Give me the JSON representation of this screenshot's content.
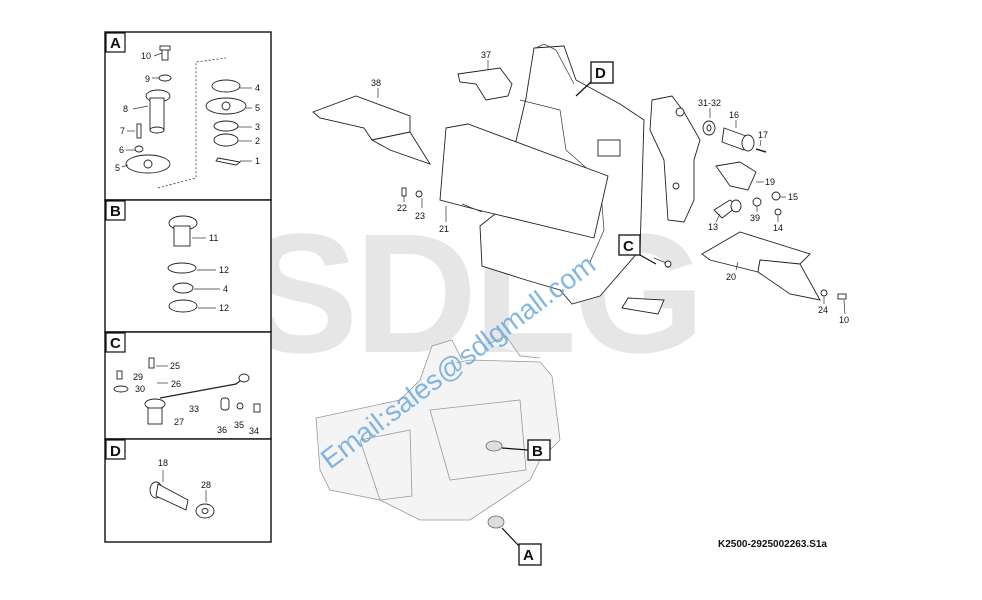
{
  "panels": [
    {
      "letter": "A",
      "labels": [
        "10",
        "9",
        "8",
        "7",
        "6",
        "5",
        "4",
        "5",
        "3",
        "2",
        "1"
      ]
    },
    {
      "letter": "B",
      "labels": [
        "11",
        "12",
        "4",
        "12"
      ]
    },
    {
      "letter": "C",
      "labels": [
        "25",
        "29",
        "26",
        "30",
        "33",
        "27",
        "36",
        "35",
        "34"
      ]
    },
    {
      "letter": "D",
      "labels": [
        "18",
        "28"
      ]
    }
  ],
  "main_labels": [
    "37",
    "38",
    "31-32",
    "16",
    "17",
    "19",
    "15",
    "39",
    "14",
    "13",
    "22",
    "23",
    "21",
    "20",
    "24",
    "10"
  ],
  "callouts": [
    "D",
    "C",
    "B",
    "A"
  ],
  "watermark": "SDLG",
  "email_watermark": "Email:sales@sdlgmall.com",
  "drawing_code": "K2500-2925002263.S1a"
}
